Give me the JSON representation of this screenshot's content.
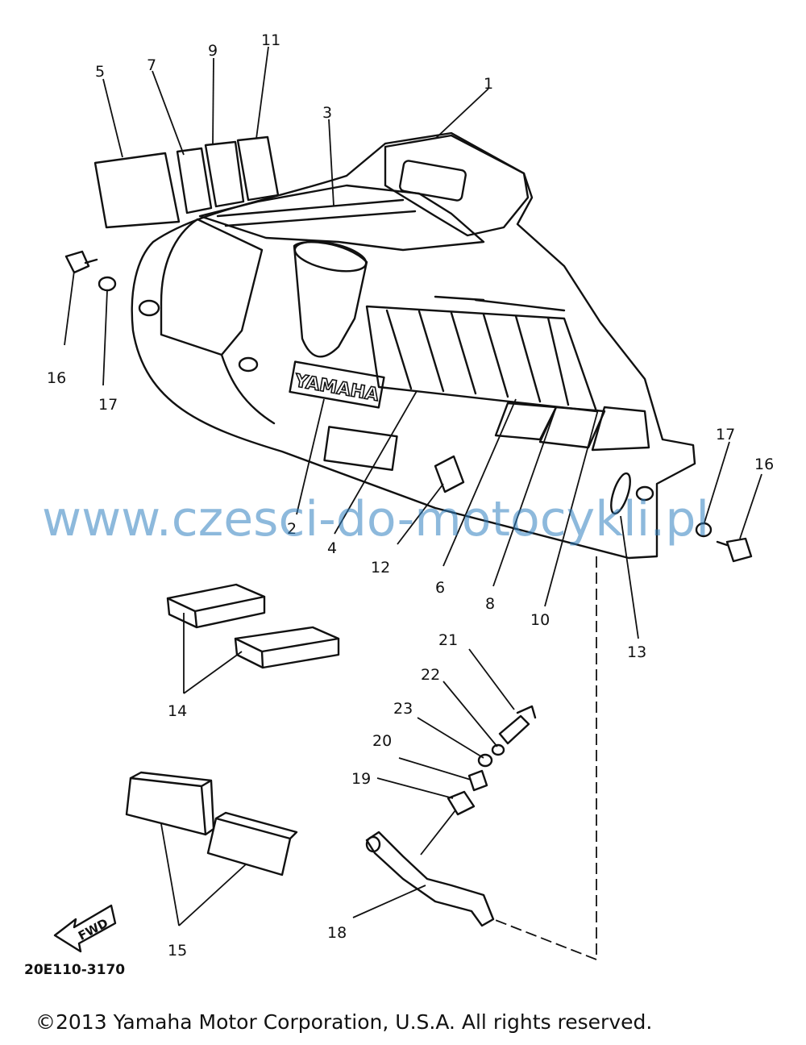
{
  "diagram": {
    "callouts": [
      "1",
      "2",
      "3",
      "4",
      "5",
      "6",
      "7",
      "8",
      "9",
      "10",
      "11",
      "12",
      "13",
      "14",
      "15",
      "16",
      "17",
      "16",
      "17",
      "18",
      "19",
      "20",
      "21",
      "22",
      "23"
    ],
    "brand_logo": "YAMAHA",
    "direction_mark": "FWD",
    "drawing_code": "20E110-3170"
  },
  "watermark": "www.czesci-do-motocykli.pl",
  "copyright": "©2013 Yamaha Motor Corporation, U.S.A. All rights reserved.",
  "colors": {
    "line": "#111111",
    "watermark": "#2f7fc0",
    "background": "#ffffff"
  }
}
